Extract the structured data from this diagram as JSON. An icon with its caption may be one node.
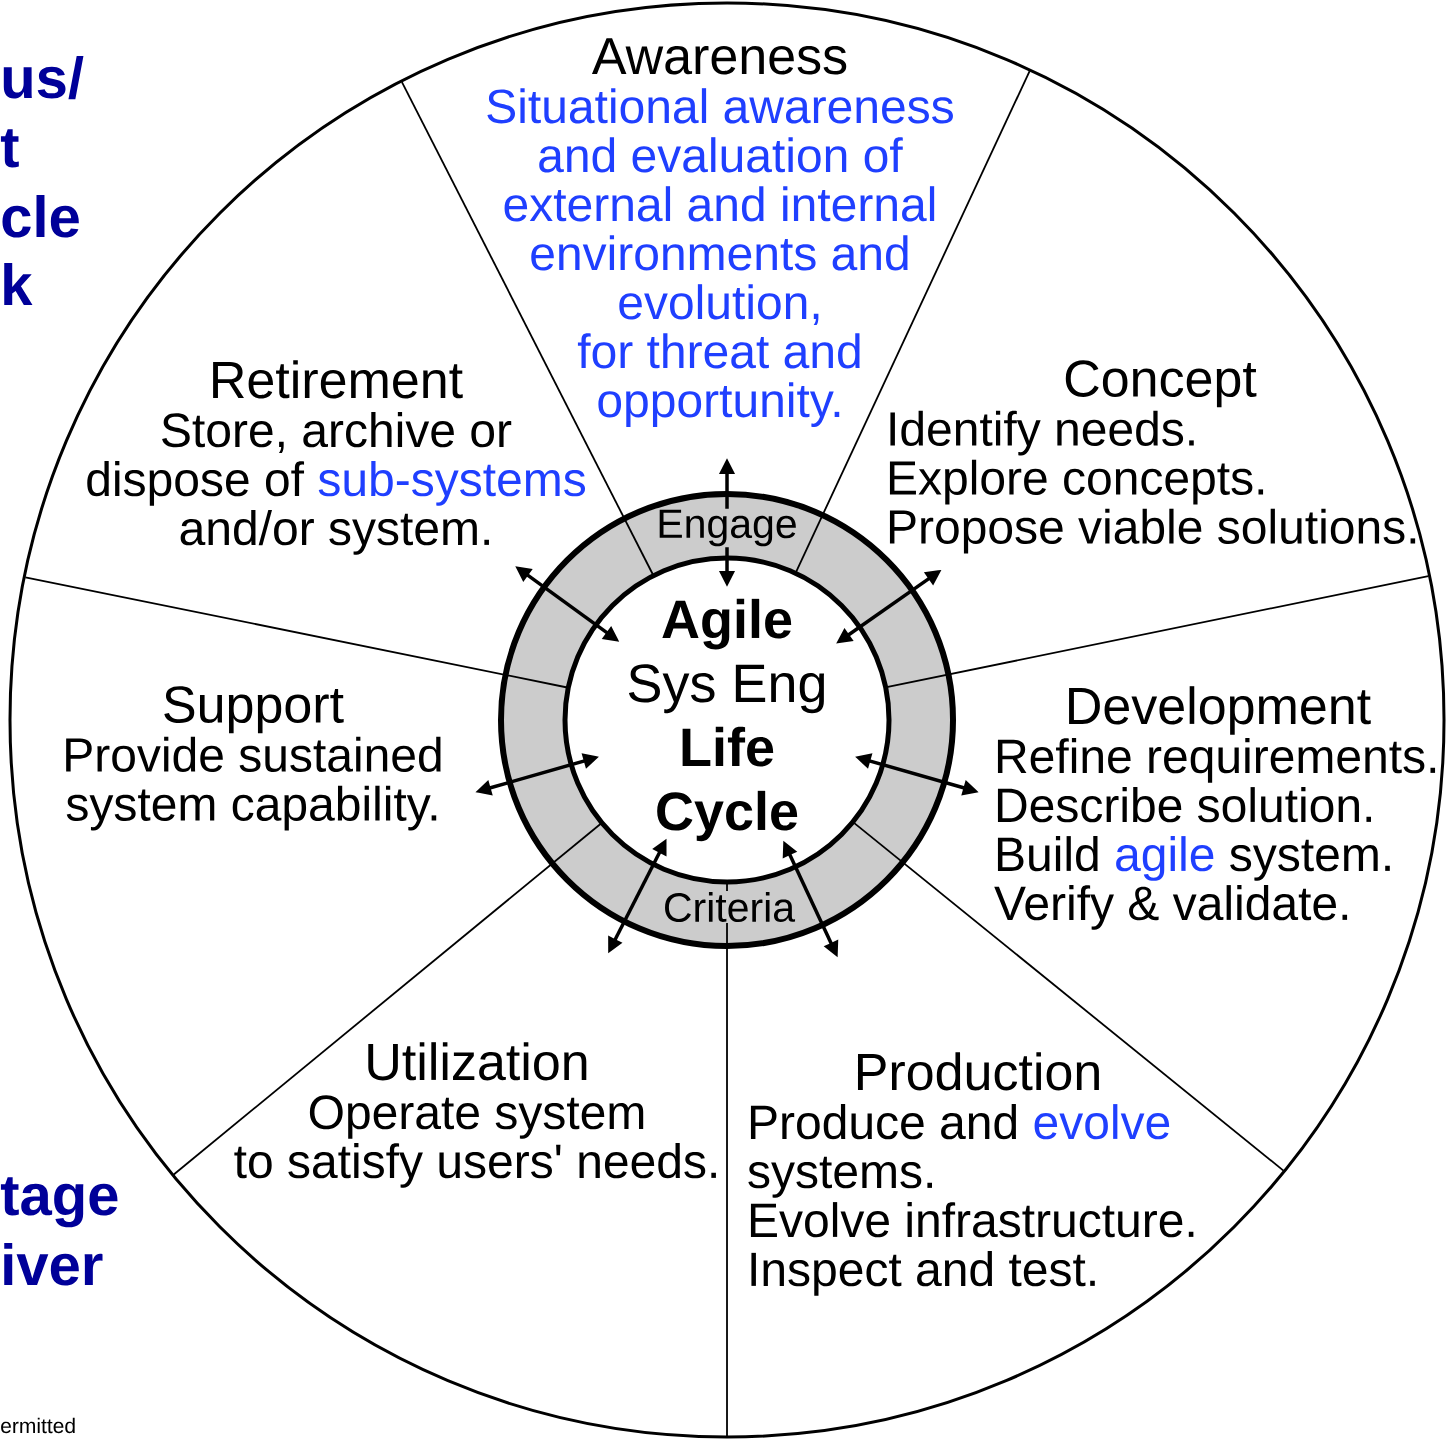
{
  "diagram": {
    "nodes": [
      {
        "text": [
          "Awareness",
          "Situational awareness and evaluation of external and internal environments and evolution,",
          "for threat and opportunity."
        ]
      },
      {
        "text": [
          "Concept",
          "Identify needs.",
          "Explore concepts.",
          "Propose viable solutions."
        ]
      },
      {
        "text": [
          "Development",
          "Refine requirements.",
          "Describe solution.",
          "Build",
          "agile",
          "system.",
          "Verify & validate."
        ]
      },
      {
        "text": [
          "Production",
          "Produce and",
          "evolve",
          "systems.",
          "Evolve infrastructure.",
          "Inspect and test."
        ]
      },
      {
        "text": [
          "Utilization",
          "Operate system",
          "to satisfy users' needs."
        ]
      },
      {
        "text": [
          "Support",
          "Provide sustained system capability."
        ]
      },
      {
        "text": [
          "Retirement",
          "Store, archive or",
          "dispose of",
          "sub-systems",
          "and/or system."
        ]
      },
      {
        "text": [
          "**Agile** Sys Eng **Life Cycle**"
        ]
      }
    ],
    "edges": [
      {
        "from": 7,
        "to": 0,
        "arrow": "both"
      },
      {
        "from": 7,
        "to": 1,
        "arrow": "both"
      },
      {
        "from": 7,
        "to": 2,
        "arrow": "both"
      },
      {
        "from": 7,
        "to": 3,
        "arrow": "both"
      },
      {
        "from": 7,
        "to": 4,
        "arrow": "both"
      },
      {
        "from": 7,
        "to": 5,
        "arrow": "both"
      },
      {
        "from": 7,
        "to": 6,
        "arrow": "both"
      }
    ],
    "labels": [
      "us/",
      "t",
      "cle",
      "k",
      "Engage",
      "Criteria",
      "tage",
      "iver",
      "ermitted"
    ]
  }
}
